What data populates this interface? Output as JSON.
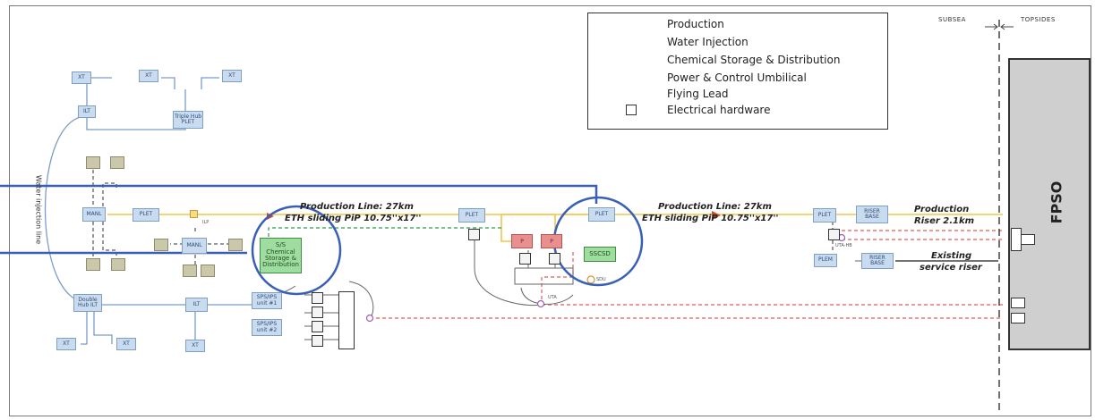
{
  "legend": {
    "items": [
      {
        "label": "Production",
        "color": "#f2c54b",
        "style": "solid"
      },
      {
        "label": "Water Injection",
        "color": "#7b9cc6",
        "style": "solid"
      },
      {
        "label": "Chemical Storage & Distribution",
        "color": "#2e9e4b",
        "style": "dashed"
      },
      {
        "label": "Power & Control Umbilical",
        "color": "#e35b5b",
        "style": "dashed"
      },
      {
        "label": "Flying Lead",
        "color": "#444444",
        "style": "dotted"
      },
      {
        "label": "Electrical hardware",
        "color": "#333333",
        "style": "square"
      }
    ]
  },
  "zones": {
    "subsea": "SUBSEA",
    "topsides": "TOPSIDES"
  },
  "fpso": {
    "label": "FPSO"
  },
  "water_injection_line": "Water injection line",
  "production_lines": [
    {
      "line1": "Production Line: 27km",
      "line2": "ETH sliding PiP 10.75''x17''"
    },
    {
      "line1": "Production Line: 27km",
      "line2": "ETH sliding PiP 10.75''x17''"
    }
  ],
  "production_riser": {
    "line1": "Production",
    "line2": "Riser 2.1km"
  },
  "existing_riser": {
    "line1": "Existing",
    "line2": "service riser"
  },
  "components": {
    "xt": "XT",
    "ilt": "ILT",
    "triple_plet": "Triple Hub PLET",
    "double_ilt": "Double Hub ILT",
    "manifold": "MANL",
    "plet": "PLET",
    "chemical_storage": "S/S Chemical Storage & Distribution",
    "sps_unit1": "SPS/IPS unit #1",
    "sps_unit2": "SPS/IPS unit #2",
    "sscsd": "SSCSD",
    "riser_base": "RISER BASE",
    "plem": "PLEM",
    "sdu": "SDU",
    "uta": "UTA",
    "uta_hb": "UTA-HB",
    "red_tag": "P",
    "ilp": "ILP"
  },
  "colors": {
    "production": "#f2c54b",
    "water_injection": "#7b9cc6",
    "chemical": "#2e9e4b",
    "umbilical": "#e35b5b",
    "highlight": "#3a5fb6"
  }
}
